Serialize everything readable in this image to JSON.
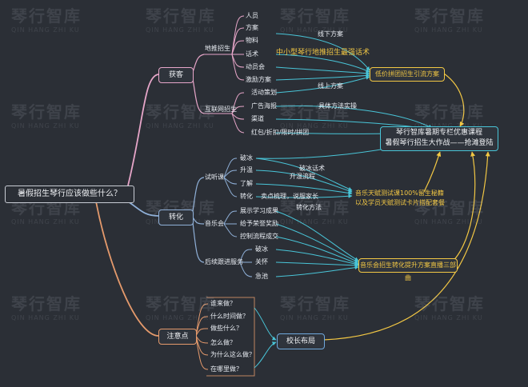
{
  "watermark": {
    "brand": "琴行智库",
    "pinyin": "QIN HANG ZHI KU"
  },
  "root": "暑假招生琴行应该做些什么？",
  "branches": {
    "acquire": {
      "label": "获客",
      "offline": {
        "label": "地推招生",
        "items": [
          "人员",
          "方案",
          "物料",
          "话术",
          "动员会",
          "激励方案"
        ]
      },
      "online": {
        "label": "互联网招生",
        "items": [
          "活动策划",
          "广告海报",
          "渠道",
          "红包/折扣/限时/拼团"
        ]
      }
    },
    "convert": {
      "label": "转化",
      "trial": {
        "label": "试听课",
        "items": [
          "破冰",
          "升温",
          "了解",
          "转化"
        ]
      },
      "concert": {
        "label": "音乐会",
        "items": [
          "展示学习成果",
          "给予荣誉奖励",
          "控制流程成交"
        ]
      },
      "followup": {
        "label": "后续跟进服务",
        "items": [
          "破冰",
          "关怀",
          "急池"
        ]
      }
    },
    "notes": {
      "label": "注意点",
      "items": [
        "谁来做？",
        "什么时间做？",
        "做些什么？",
        "怎么做？",
        "为什么这么做？",
        "在哪里做？"
      ],
      "target": "校长布局"
    }
  },
  "annotations": {
    "offline_plan": "线下方案",
    "small_shop": "中小型琴行地推招生最强话术",
    "group_buy": "低价拼团招生引流方案",
    "online_plan": "线上方案",
    "method": "具体方法实操",
    "ice_speech": "破冰话术",
    "warm_flow": "升温流程",
    "pain_point": "卖点梳理，说服家长",
    "convert_method": "转化方法",
    "center_line1": "琴行智库暑期专栏优惠课程",
    "center_line2": "暑假琴行招生大作战——抢滩登陆",
    "music_talent": "音乐天赋测试课100%留生秘籍",
    "parent_trial": "以及学员天赋测试卡片搭配套餐",
    "concert_plan": "音乐会招生转化提升方案直播三部曲"
  }
}
